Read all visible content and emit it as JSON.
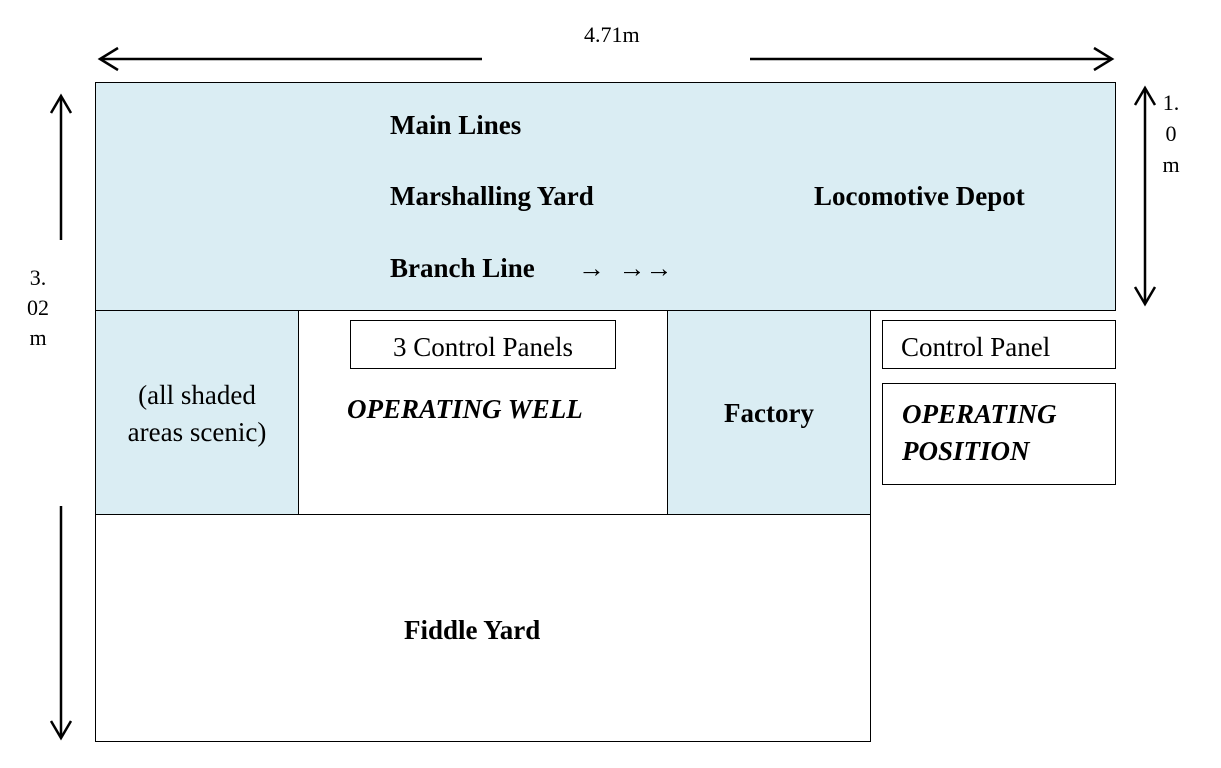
{
  "colors": {
    "scenic_shade": "#daedf3",
    "border": "#000000"
  },
  "dimensions": {
    "width_label": "4.71m",
    "height_label_lines": [
      "3.",
      "02",
      "m"
    ],
    "depth_label_lines": [
      "1.",
      "0",
      "m"
    ]
  },
  "top_area": {
    "main_lines": "Main Lines",
    "marshalling_yard": "Marshalling Yard",
    "locomotive_depot": "Locomotive Depot",
    "branch_line": "Branch Line",
    "branch_arrows": "→  →→"
  },
  "left_scenic": {
    "text_lines": [
      "(all shaded",
      "areas scenic)"
    ]
  },
  "operating_well": {
    "panel_label": "3 Control Panels",
    "label": "OPERATING WELL"
  },
  "factory": {
    "label": "Factory"
  },
  "operating_position": {
    "panel_label": "Control Panel",
    "label_lines": [
      "OPERATING",
      "POSITION"
    ]
  },
  "fiddle_yard": {
    "label": "Fiddle Yard"
  }
}
